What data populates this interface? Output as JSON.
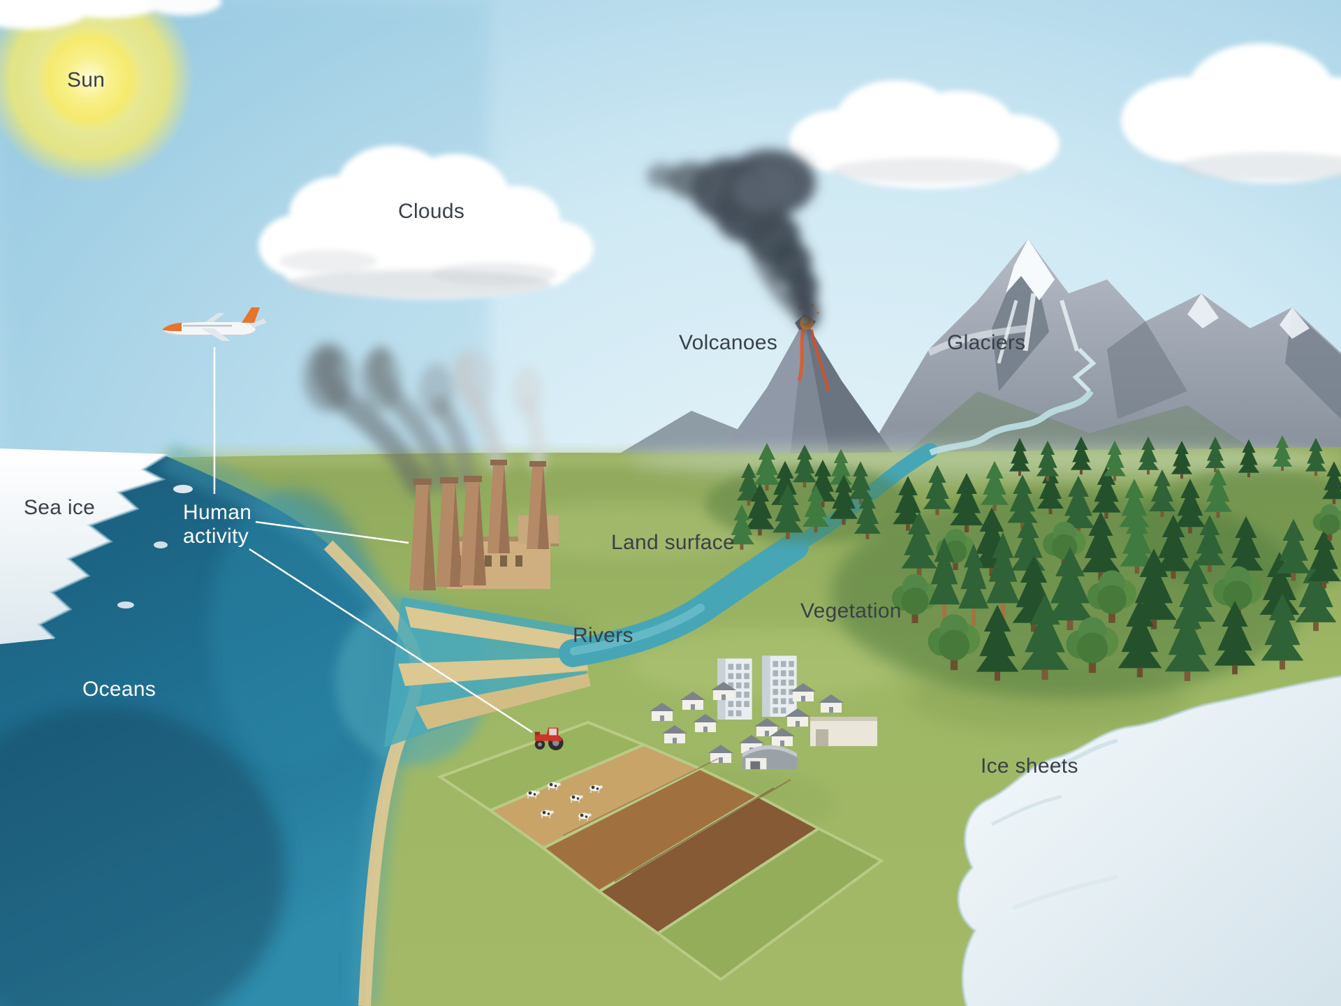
{
  "labels": {
    "sun": "Sun",
    "clouds": "Clouds",
    "volcanoes": "Volcanoes",
    "glaciers": "Glaciers",
    "sea_ice": "Sea ice",
    "human_activity": "Human activity",
    "land_surface": "Land surface",
    "rivers": "Rivers",
    "vegetation": "Vegetation",
    "oceans": "Oceans",
    "ice_sheets": "Ice sheets"
  },
  "colors": {
    "sky": "#bfe0ef",
    "sun": "#f8f08a",
    "ocean_deep": "#1a5a78",
    "land_green": "#9db765",
    "river_teal": "#46a6b6",
    "ice_white": "#ffffff",
    "volcanic_smoke": "#39434e",
    "lava_orange": "#ff8c1a",
    "label_dark": "#3a4047",
    "label_light": "#ffffff"
  }
}
